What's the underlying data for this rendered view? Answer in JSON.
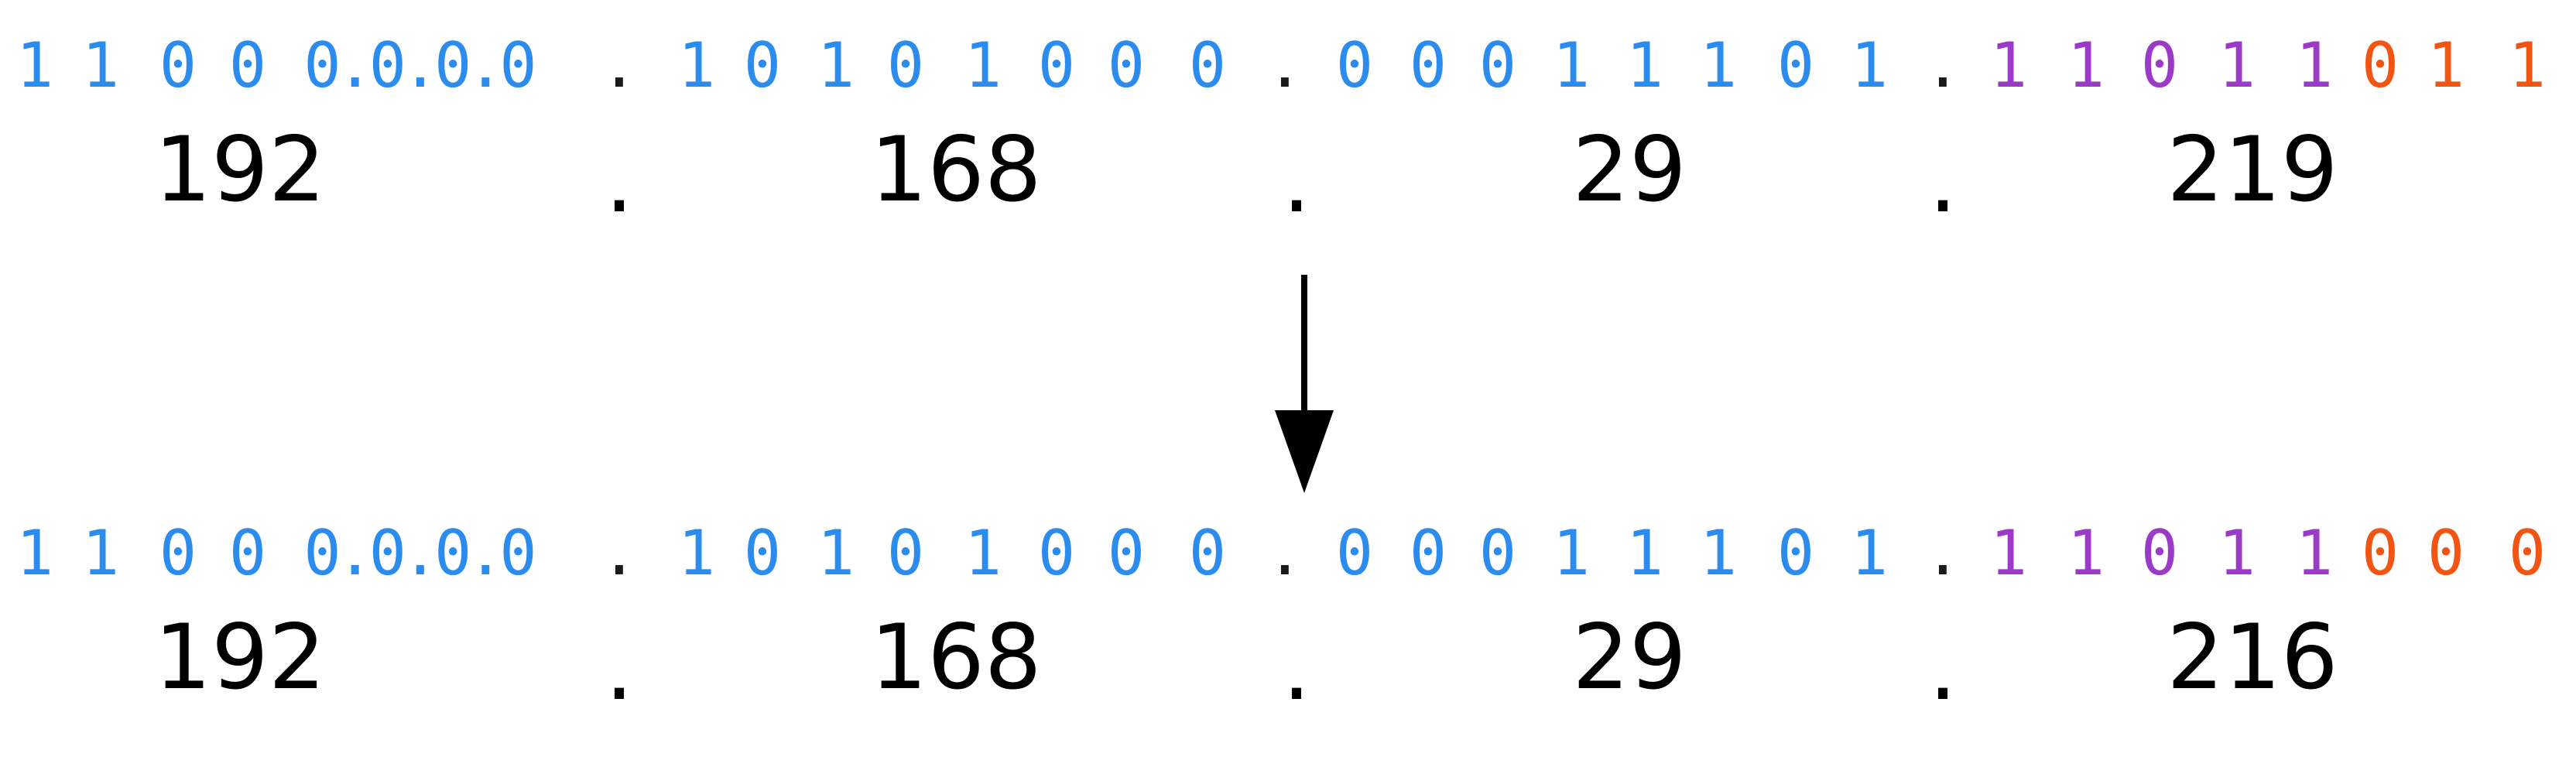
{
  "colors": {
    "network": "#2b8cee",
    "subnet": "#9b3ac6",
    "host": "#f25412",
    "text": "#000000"
  },
  "before": {
    "bits": [
      {
        "t": "1",
        "c": "network"
      },
      {
        "t": "1",
        "c": "network"
      },
      {
        "t": "0",
        "c": "network"
      },
      {
        "t": "0",
        "c": "network"
      },
      {
        "t": "0.0.0.0",
        "c": "network"
      },
      {
        "t": ".",
        "c": "sep"
      },
      {
        "t": "1",
        "c": "network"
      },
      {
        "t": "0",
        "c": "network"
      },
      {
        "t": "1",
        "c": "network"
      },
      {
        "t": "0",
        "c": "network"
      },
      {
        "t": "1",
        "c": "network"
      },
      {
        "t": "0",
        "c": "network"
      },
      {
        "t": "0",
        "c": "network"
      },
      {
        "t": "0",
        "c": "network"
      },
      {
        "t": ".",
        "c": "sep"
      },
      {
        "t": "0",
        "c": "network"
      },
      {
        "t": "0",
        "c": "network"
      },
      {
        "t": "0",
        "c": "network"
      },
      {
        "t": "1",
        "c": "network"
      },
      {
        "t": "1",
        "c": "network"
      },
      {
        "t": "1",
        "c": "network"
      },
      {
        "t": "0",
        "c": "network"
      },
      {
        "t": "1",
        "c": "network"
      },
      {
        "t": ".",
        "c": "sep"
      },
      {
        "t": "1",
        "c": "subnet"
      },
      {
        "t": "1",
        "c": "subnet"
      },
      {
        "t": "0",
        "c": "subnet"
      },
      {
        "t": "1",
        "c": "subnet"
      },
      {
        "t": "1",
        "c": "subnet"
      },
      {
        "t": "0",
        "c": "host"
      },
      {
        "t": "1",
        "c": "host"
      },
      {
        "t": "1",
        "c": "host"
      }
    ],
    "octets": [
      "192",
      "168",
      "29",
      "219"
    ]
  },
  "after": {
    "bits": [
      {
        "t": "1",
        "c": "network"
      },
      {
        "t": "1",
        "c": "network"
      },
      {
        "t": "0",
        "c": "network"
      },
      {
        "t": "0",
        "c": "network"
      },
      {
        "t": "0.0.0.0",
        "c": "network"
      },
      {
        "t": ".",
        "c": "sep"
      },
      {
        "t": "1",
        "c": "network"
      },
      {
        "t": "0",
        "c": "network"
      },
      {
        "t": "1",
        "c": "network"
      },
      {
        "t": "0",
        "c": "network"
      },
      {
        "t": "1",
        "c": "network"
      },
      {
        "t": "0",
        "c": "network"
      },
      {
        "t": "0",
        "c": "network"
      },
      {
        "t": "0",
        "c": "network"
      },
      {
        "t": ".",
        "c": "sep"
      },
      {
        "t": "0",
        "c": "network"
      },
      {
        "t": "0",
        "c": "network"
      },
      {
        "t": "0",
        "c": "network"
      },
      {
        "t": "1",
        "c": "network"
      },
      {
        "t": "1",
        "c": "network"
      },
      {
        "t": "1",
        "c": "network"
      },
      {
        "t": "0",
        "c": "network"
      },
      {
        "t": "1",
        "c": "network"
      },
      {
        "t": ".",
        "c": "sep"
      },
      {
        "t": "1",
        "c": "subnet"
      },
      {
        "t": "1",
        "c": "subnet"
      },
      {
        "t": "0",
        "c": "subnet"
      },
      {
        "t": "1",
        "c": "subnet"
      },
      {
        "t": "1",
        "c": "subnet"
      },
      {
        "t": "0",
        "c": "host"
      },
      {
        "t": "0",
        "c": "host"
      },
      {
        "t": "0",
        "c": "host"
      }
    ],
    "octets": [
      "192",
      "168",
      "29",
      "216"
    ]
  },
  "separator": "."
}
